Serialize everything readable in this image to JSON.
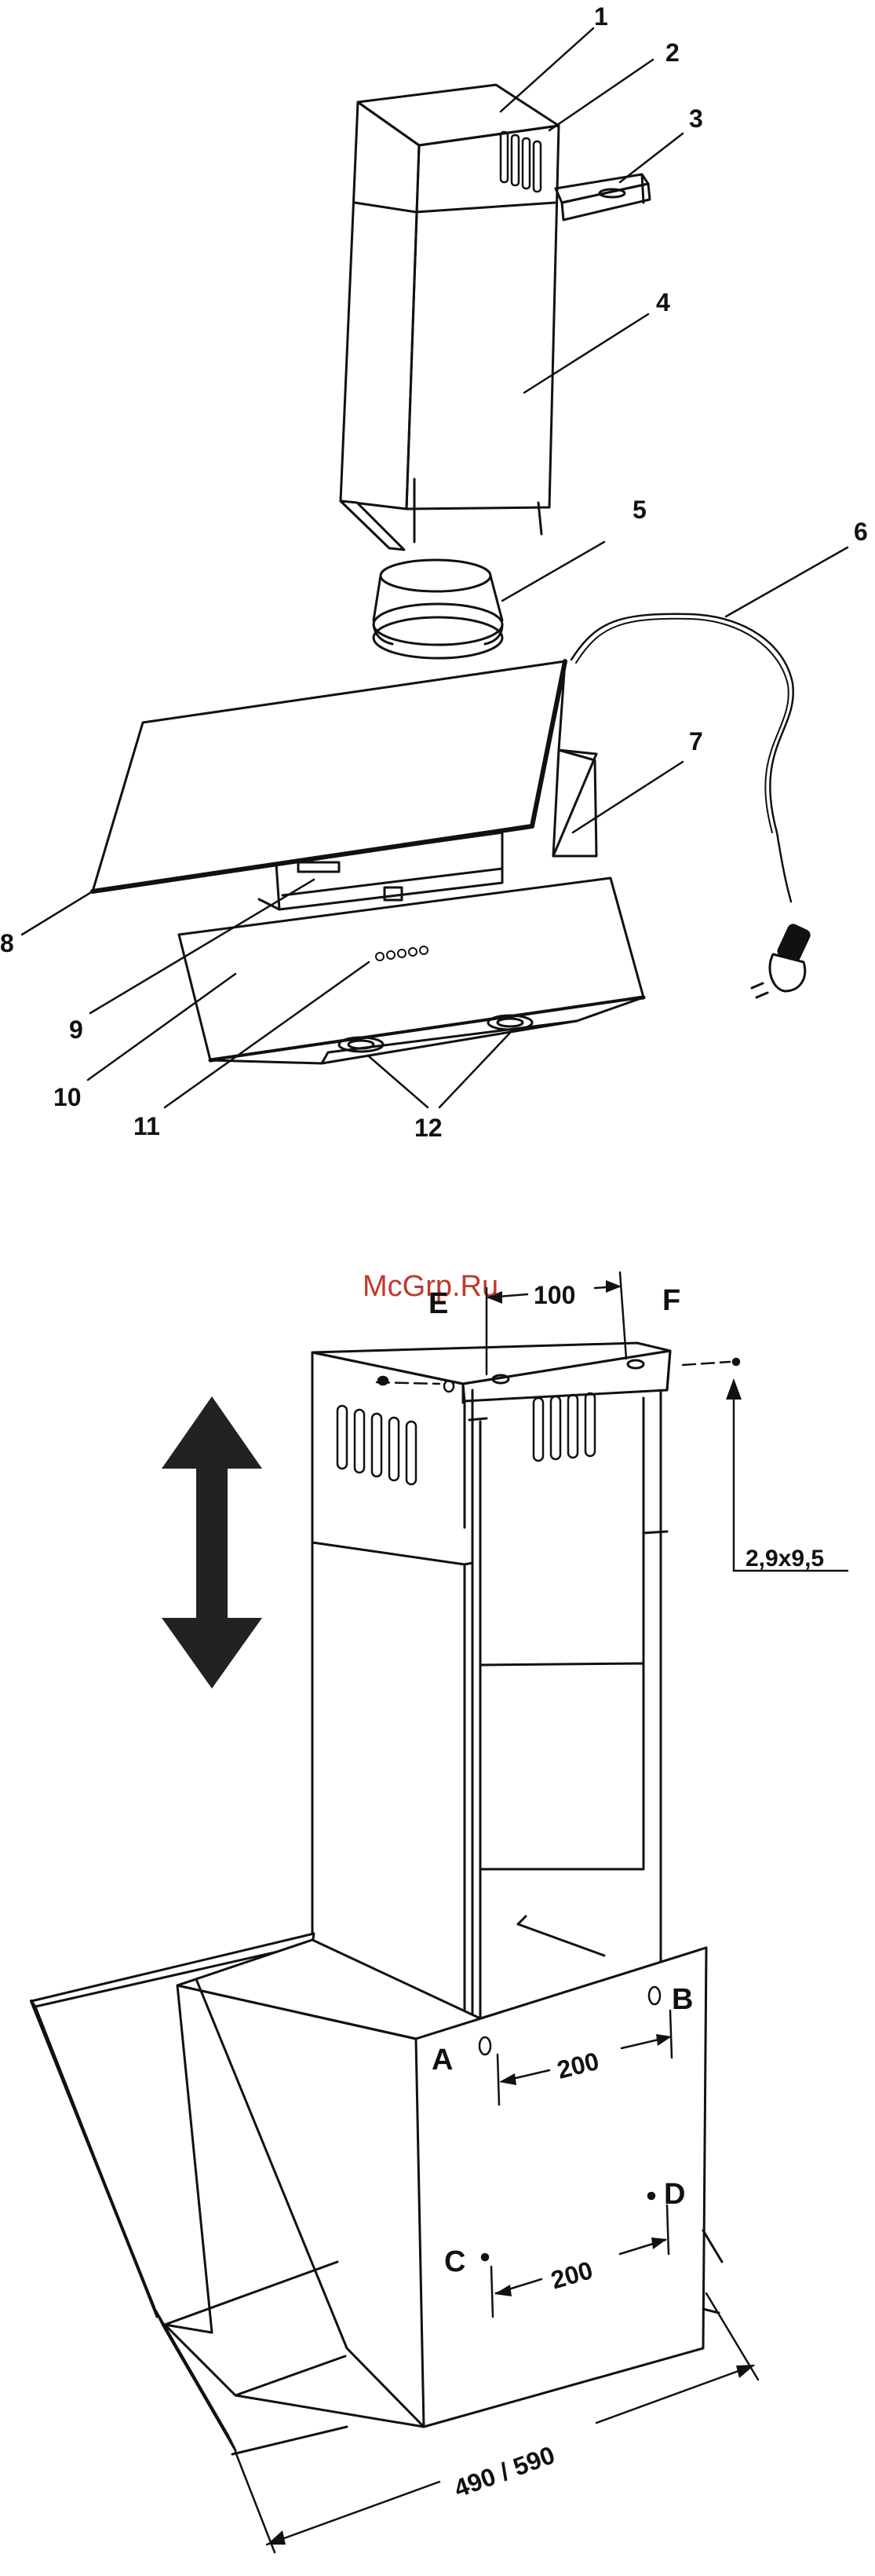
{
  "top_diagram": {
    "callouts": [
      "1",
      "2",
      "3",
      "4",
      "5",
      "6",
      "7",
      "8",
      "9",
      "10",
      "11",
      "12"
    ]
  },
  "bottom_diagram": {
    "watermark": "McGrp.Ru",
    "points": {
      "A": "A",
      "B": "B",
      "C": "C",
      "D": "D",
      "E": "E",
      "F": "F"
    },
    "dims": {
      "ef": "100",
      "screw": "2,9x9,5",
      "ab": "200",
      "cd": "200",
      "width": "490 / 590"
    }
  }
}
